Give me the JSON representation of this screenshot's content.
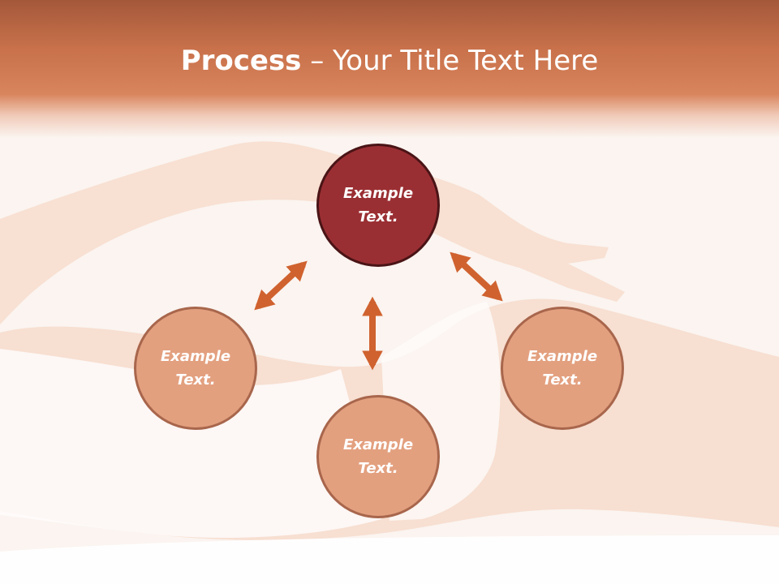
{
  "slide": {
    "title_bold": "Process",
    "title_rest": " – Your Title Text Here"
  },
  "diagram": {
    "center_node": {
      "line1": "Example",
      "line2": "Text."
    },
    "nodes": [
      {
        "id": "left",
        "line1": "Example",
        "line2": "Text."
      },
      {
        "id": "bottom",
        "line1": "Example",
        "line2": "Text."
      },
      {
        "id": "right",
        "line1": "Example",
        "line2": "Text."
      }
    ]
  },
  "colors": {
    "title_band": "#c8714b",
    "center_node_fill": "#9a2f33",
    "outer_node_fill": "#e3a07f",
    "arrow": "#d0622f",
    "background": "#fbf3ef"
  }
}
